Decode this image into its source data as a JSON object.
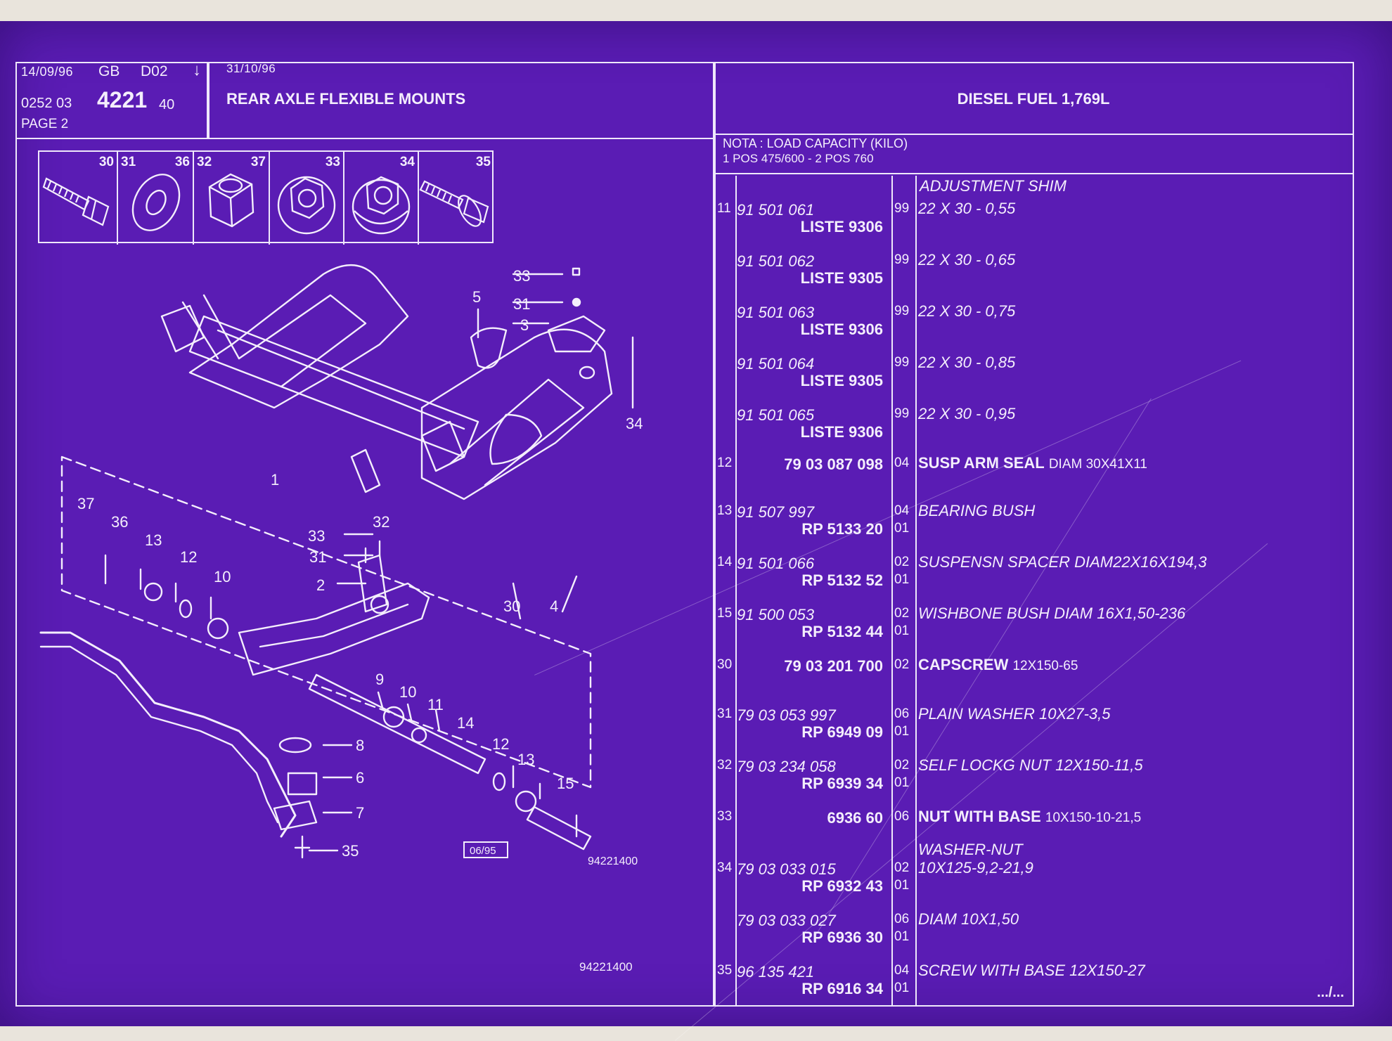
{
  "header": {
    "date1": "14/09/96",
    "lang": "GB",
    "doc_code": "D02",
    "ref_prefix": "0252 03",
    "ref_main": "4221",
    "ref_suffix": "40",
    "page_label": "PAGE 2",
    "date2": "31/10/96",
    "title": "REAR AXLE FLEXIBLE MOUNTS",
    "engine": "DIESEL FUEL 1,769L",
    "note_line1": "NOTA : LOAD CAPACITY (KILO)",
    "note_line2": "1 POS 475/600 - 2 POS 760"
  },
  "fasteners": [
    "30",
    "31",
    "36",
    "32",
    "37",
    "33",
    "34",
    "35"
  ],
  "diagram": {
    "callouts": [
      "33",
      "31",
      "3",
      "5",
      "1",
      "34",
      "33",
      "31",
      "32",
      "2",
      "30",
      "4",
      "37",
      "36",
      "13",
      "12",
      "10",
      "9",
      "10",
      "11",
      "14",
      "12",
      "13",
      "15",
      "8",
      "6",
      "7",
      "35"
    ],
    "date_box": "06/95",
    "fig_code": "94221400",
    "fig_code_bottom": "94221400"
  },
  "parts_header": {
    "first_desc": "ADJUSTMENT SHIM"
  },
  "parts": [
    {
      "pos": "11",
      "ref1": "91 501 061",
      "ref2": "LISTE 9306",
      "q1": "99",
      "q2": "",
      "desc_bold": "",
      "desc_ital": "22 X 30 - 0,55",
      "desc_small": ""
    },
    {
      "pos": "",
      "ref1": "91 501 062",
      "ref2": "LISTE 9305",
      "q1": "99",
      "q2": "",
      "desc_bold": "",
      "desc_ital": "22 X 30 - 0,65",
      "desc_small": ""
    },
    {
      "pos": "",
      "ref1": "91 501 063",
      "ref2": "LISTE 9306",
      "q1": "99",
      "q2": "",
      "desc_bold": "",
      "desc_ital": "22 X 30 - 0,75",
      "desc_small": ""
    },
    {
      "pos": "",
      "ref1": "91 501 064",
      "ref2": "LISTE 9305",
      "q1": "99",
      "q2": "",
      "desc_bold": "",
      "desc_ital": "22 X 30 - 0,85",
      "desc_small": ""
    },
    {
      "pos": "",
      "ref1": "91 501 065",
      "ref2": "LISTE 9306",
      "q1": "99",
      "q2": "",
      "desc_bold": "",
      "desc_ital": "22 X 30 - 0,95",
      "desc_small": ""
    },
    {
      "pos": "12",
      "ref1": "",
      "ref2": "79 03 087 098",
      "q1": "04",
      "q2": "",
      "desc_bold": "SUSP ARM SEAL",
      "desc_ital": "",
      "desc_small": "DIAM 30X41X11"
    },
    {
      "pos": "13",
      "ref1": "91 507 997",
      "ref2": "RP 5133 20",
      "q1": "04",
      "q2": "01",
      "desc_bold": "",
      "desc_ital": "BEARING BUSH",
      "desc_small": ""
    },
    {
      "pos": "14",
      "ref1": "91 501 066",
      "ref2": "RP 5132 52",
      "q1": "02",
      "q2": "01",
      "desc_bold": "",
      "desc_ital": "SUSPENSN SPACER DIAM22X16X194,3",
      "desc_small": ""
    },
    {
      "pos": "15",
      "ref1": "91 500 053",
      "ref2": "RP 5132 44",
      "q1": "02",
      "q2": "01",
      "desc_bold": "",
      "desc_ital": "WISHBONE BUSH DIAM 16X1,50-236",
      "desc_small": ""
    },
    {
      "pos": "30",
      "ref1": "",
      "ref2": "79 03 201 700",
      "q1": "02",
      "q2": "",
      "desc_bold": "CAPSCREW",
      "desc_ital": "",
      "desc_small": "12X150-65"
    },
    {
      "pos": "31",
      "ref1": "79 03 053 997",
      "ref2": "RP 6949 09",
      "q1": "06",
      "q2": "01",
      "desc_bold": "",
      "desc_ital": "PLAIN WASHER 10X27-3,5",
      "desc_small": ""
    },
    {
      "pos": "32",
      "ref1": "79 03 234 058",
      "ref2": "RP 6939 34",
      "q1": "02",
      "q2": "01",
      "desc_bold": "",
      "desc_ital": "SELF LOCKG NUT 12X150-11,5",
      "desc_small": ""
    },
    {
      "pos": "33",
      "ref1": "",
      "ref2": "6936 60",
      "q1": "06",
      "q2": "",
      "desc_bold": "NUT WITH BASE",
      "desc_ital": "",
      "desc_small": "10X150-10-21,5"
    },
    {
      "pos": "34",
      "ref1": "79 03 033 015",
      "ref2": "RP 6932 43",
      "q1": "02",
      "q2": "01",
      "desc_bold": "",
      "desc_ital": "10X125-9,2-21,9",
      "desc_small": "",
      "desc_above": "WASHER-NUT"
    },
    {
      "pos": "",
      "ref1": "79 03 033 027",
      "ref2": "RP 6936 30",
      "q1": "06",
      "q2": "01",
      "desc_bold": "",
      "desc_ital": "DIAM 10X1,50",
      "desc_small": ""
    },
    {
      "pos": "35",
      "ref1": "96 135 421",
      "ref2": "RP 6916 34",
      "q1": "04",
      "q2": "01",
      "desc_bold": "",
      "desc_ital": "SCREW WITH BASE 12X150-27",
      "desc_small": ""
    }
  ],
  "footer": {
    "continued": ".../..."
  }
}
